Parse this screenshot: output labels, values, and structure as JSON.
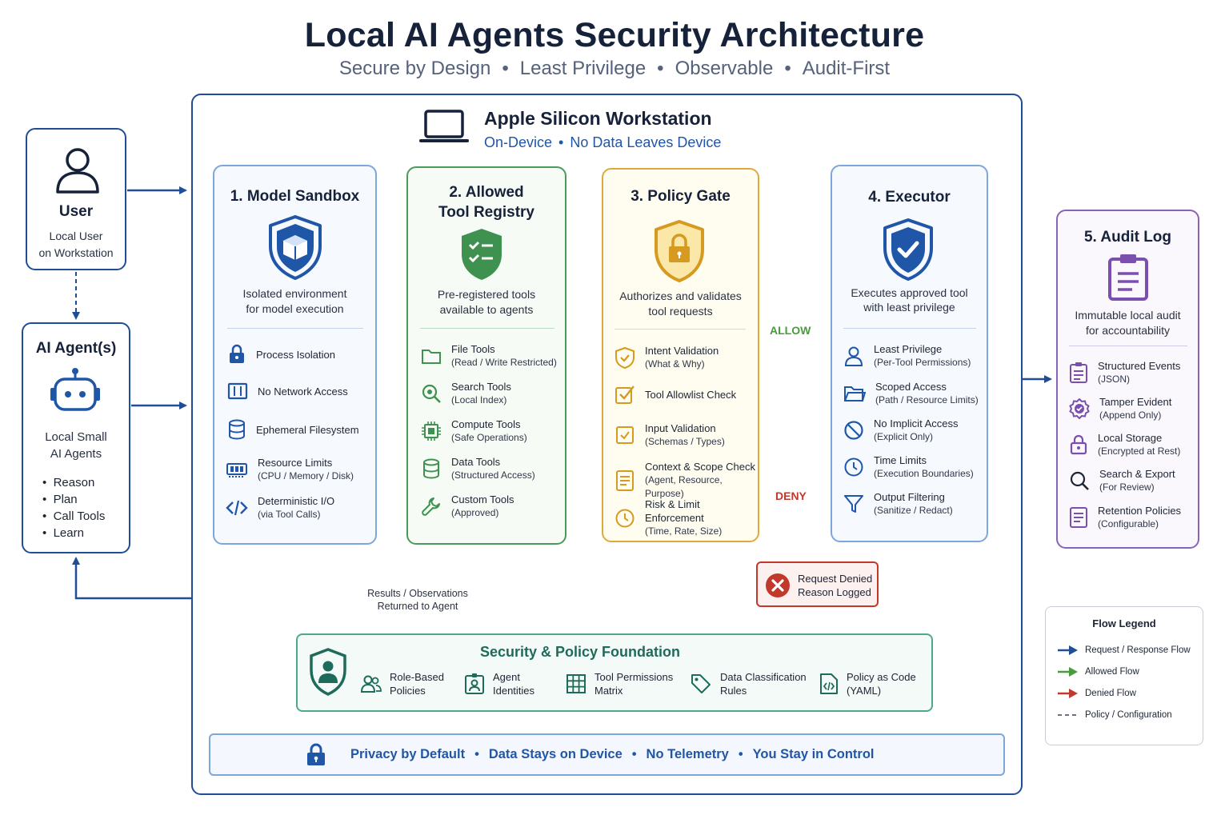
{
  "header": {
    "title": "Local AI Agents Security Architecture",
    "subtitle": [
      "Secure by Design",
      "Least Privilege",
      "Observable",
      "Audit-First"
    ]
  },
  "workstation": {
    "title": "Apple Silicon Workstation",
    "subtitle": [
      "On-Device",
      "No Data Leaves Device"
    ]
  },
  "user": {
    "title": "User",
    "desc_1": "Local User",
    "desc_2": "on Workstation"
  },
  "agent": {
    "title": "AI Agent(s)",
    "desc_1": "Local Small",
    "desc_2": "AI Agents",
    "bullets": [
      "Reason",
      "Plan",
      "Call Tools",
      "Learn"
    ]
  },
  "sandbox": {
    "title": "1. Model Sandbox",
    "desc_1": "Isolated environment",
    "desc_2": "for model execution",
    "items": [
      {
        "label": "Process Isolation",
        "sub": ""
      },
      {
        "label": "No Network Access",
        "sub": ""
      },
      {
        "label": "Ephemeral Filesystem",
        "sub": ""
      },
      {
        "label": "Resource Limits",
        "sub": "(CPU / Memory / Disk)"
      },
      {
        "label": "Deterministic I/O",
        "sub": "(via Tool Calls)"
      }
    ]
  },
  "registry": {
    "title_1": "2. Allowed",
    "title_2": "Tool Registry",
    "desc_1": "Pre-registered tools",
    "desc_2": "available to agents",
    "items": [
      {
        "label": "File Tools",
        "sub": "(Read / Write Restricted)"
      },
      {
        "label": "Search Tools",
        "sub": "(Local Index)"
      },
      {
        "label": "Compute Tools",
        "sub": "(Safe Operations)"
      },
      {
        "label": "Data Tools",
        "sub": "(Structured Access)"
      },
      {
        "label": "Custom Tools",
        "sub": "(Approved)"
      }
    ]
  },
  "policy": {
    "title": "3. Policy Gate",
    "desc_1": "Authorizes and validates",
    "desc_2": "tool requests",
    "items": [
      {
        "label": "Intent Validation",
        "sub": "(What & Why)"
      },
      {
        "label": "Tool Allowlist Check",
        "sub": ""
      },
      {
        "label": "Input Validation",
        "sub": "(Schemas / Types)"
      },
      {
        "label": "Context & Scope Check",
        "sub": "(Agent, Resource, Purpose)"
      },
      {
        "label": "Risk & Limit Enforcement",
        "sub": "(Time, Rate, Size)"
      }
    ]
  },
  "executor": {
    "title": "4. Executor",
    "desc_1": "Executes approved tool",
    "desc_2": "with least privilege",
    "items": [
      {
        "label": "Least Privilege",
        "sub": "(Per-Tool Permissions)"
      },
      {
        "label": "Scoped Access",
        "sub": "(Path / Resource Limits)"
      },
      {
        "label": "No Implicit Access",
        "sub": "(Explicit Only)"
      },
      {
        "label": "Time Limits",
        "sub": "(Execution Boundaries)"
      },
      {
        "label": "Output Filtering",
        "sub": "(Sanitize / Redact)"
      }
    ]
  },
  "audit": {
    "title": "5. Audit Log",
    "desc_1": "Immutable local audit",
    "desc_2": "for accountability",
    "items": [
      {
        "label": "Structured Events",
        "sub": "(JSON)"
      },
      {
        "label": "Tamper Evident",
        "sub": "(Append Only)"
      },
      {
        "label": "Local Storage",
        "sub": "(Encrypted at Rest)"
      },
      {
        "label": "Search & Export",
        "sub": "(For Review)"
      },
      {
        "label": "Retention Policies",
        "sub": "(Configurable)"
      }
    ]
  },
  "flow": {
    "allow": "ALLOW",
    "deny": "DENY",
    "denied_1": "Request Denied",
    "denied_2": "Reason Logged",
    "results_1": "Results / Observations",
    "results_2": "Returned to Agent"
  },
  "foundation": {
    "title": "Security & Policy Foundation",
    "items": [
      {
        "line_1": "Role-Based",
        "line_2": "Policies"
      },
      {
        "line_1": "Agent",
        "line_2": "Identities"
      },
      {
        "line_1": "Tool Permissions",
        "line_2": "Matrix"
      },
      {
        "line_1": "Data Classification",
        "line_2": "Rules"
      },
      {
        "line_1": "Policy as Code",
        "line_2": "(YAML)"
      }
    ]
  },
  "privacy": [
    "Privacy by Default",
    "Data Stays on Device",
    "No Telemetry",
    "You Stay in Control"
  ],
  "legend": {
    "title": "Flow Legend",
    "items": [
      {
        "label": "Request / Response Flow",
        "color": "#1f4e96",
        "style": "solid"
      },
      {
        "label": "Allowed Flow",
        "color": "#4a9a3e",
        "style": "solid"
      },
      {
        "label": "Denied Flow",
        "color": "#c0392b",
        "style": "solid"
      },
      {
        "label": "Policy / Configuration",
        "color": "#6b7280",
        "style": "dashed"
      }
    ]
  },
  "colors": {
    "navy": "#1f4e96",
    "green": "#3f9150",
    "amber": "#d59a1f",
    "purple": "#7a4fae",
    "red": "#c0392b"
  }
}
